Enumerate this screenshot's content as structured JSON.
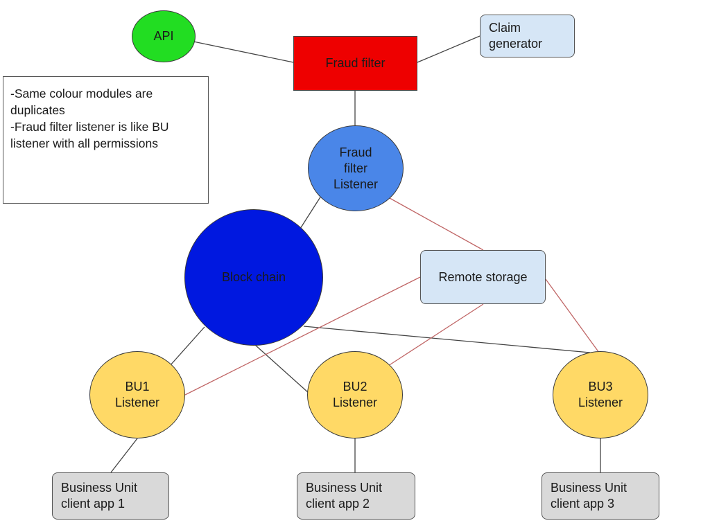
{
  "colors": {
    "api": "#22dd22",
    "fraud_filter": "#ee0000",
    "light_box": "#d6e6f6",
    "fraud_listener": "#4a86e8",
    "blockchain": "#0018e0",
    "bu_listener": "#ffd966",
    "client_app": "#d9d9d9",
    "edge_dark": "#444444",
    "edge_red": "#c06666"
  },
  "nodes": {
    "api": "API",
    "fraud_filter": "Fraud filter",
    "claim_generator": "Claim\ngenerator",
    "note": "-Same colour modules are duplicates\n-Fraud filter listener is like BU listener with all permissions",
    "fraud_filter_listener": "Fraud\nfilter\nListener",
    "block_chain": "Block chain",
    "remote_storage": "Remote storage",
    "bu1_listener": "BU1\nListener",
    "bu2_listener": "BU2\nListener",
    "bu3_listener": "BU3\nListener",
    "client_app_1": "Business Unit\nclient app 1",
    "client_app_2": "Business Unit\nclient app 2",
    "client_app_3": "Business Unit\nclient app 3"
  }
}
